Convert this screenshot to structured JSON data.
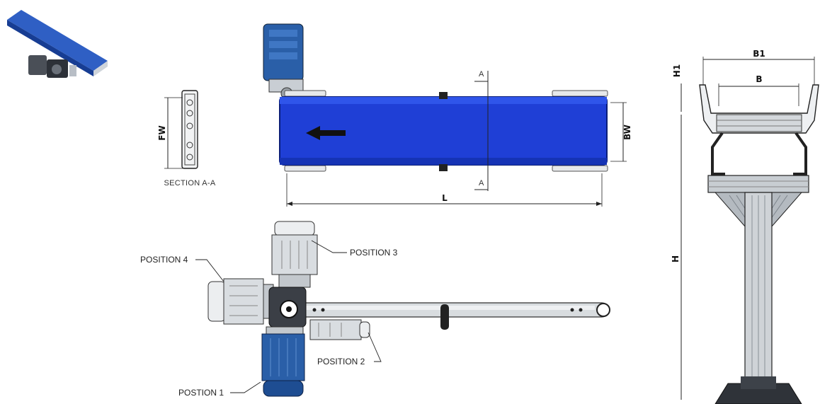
{
  "colors": {
    "belt": "#1f3fd6",
    "belt_dark": "#0f2aa8",
    "motor_blue": "#2a5fa8",
    "motor_grey": "#d9dde1",
    "frame": "#9aa0a6",
    "line": "#222222"
  },
  "labels": {
    "section": "SECTION A-A",
    "fw": "FW",
    "bw": "BW",
    "length": "L",
    "section_a": "A",
    "b1": "B1",
    "b": "B",
    "h1": "H1",
    "h": "H"
  },
  "positions": [
    {
      "label": "POSITION 4"
    },
    {
      "label": "POSITION 3"
    },
    {
      "label": "POSITION 2"
    },
    {
      "label": "POSTION 1"
    }
  ],
  "icons": {
    "flow_arrow": "left-arrow-icon"
  }
}
